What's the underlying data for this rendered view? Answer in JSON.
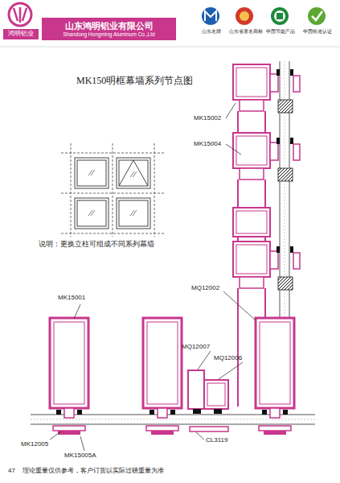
{
  "diagram": {
    "title": "MK150明框幕墙系列节点图",
    "nodes": [
      {
        "text": [
          "鸿明铝业"
        ]
      },
      {
        "text": [
          "山东鸿明铝业有限公司",
          "Shandong Hongming Aluminum Co.,Ltd"
        ]
      },
      {
        "text": [
          "山东名牌"
        ]
      },
      {
        "text": [
          "山东省著名商标"
        ]
      },
      {
        "text": [
          "中国节能产品"
        ]
      },
      {
        "text": [
          "中国铁道认证"
        ]
      }
    ],
    "labels": [
      "MK15002",
      "MK15004",
      "说明：更换立柱可组成不同系列幕墙",
      "MK15001",
      "MQ12002",
      "MQ12007",
      "MQ12006",
      "MK12005",
      "MK15005A",
      "CL3119",
      "47",
      "理论重量仅供参考，客户订货以实际过磅重量为准"
    ]
  }
}
